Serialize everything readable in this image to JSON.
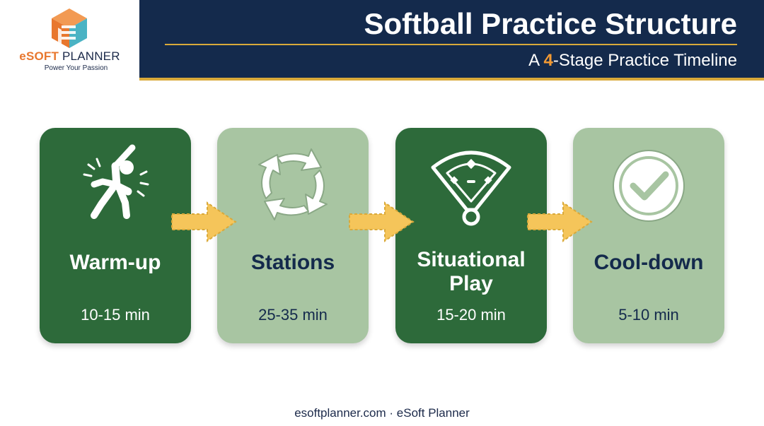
{
  "header": {
    "title": "Softball Practice Structure",
    "subtitle_pre": "A ",
    "subtitle_num": "4",
    "subtitle_post": "-Stage Practice Timeline"
  },
  "logo": {
    "e": "e",
    "soft": "SOFT",
    "planner": " PLANNER",
    "tagline": "Power Your Passion"
  },
  "stages": [
    {
      "name": "Warm-up",
      "time": "10-15 min",
      "icon": "stretching-person-icon",
      "style": "dark"
    },
    {
      "name": "Stations",
      "time": "25-35 min",
      "icon": "rotation-arrows-icon",
      "style": "light"
    },
    {
      "name": "Situational Play",
      "time": "15-20 min",
      "icon": "softball-field-icon",
      "style": "dark"
    },
    {
      "name": "Cool-down",
      "time": "5-10 min",
      "icon": "checkmark-circle-icon",
      "style": "light"
    }
  ],
  "colors": {
    "navy": "#142a4c",
    "gold": "#d9a93a",
    "dark_green": "#2d6a3a",
    "light_green": "#a8c5a2",
    "arrow": "#f5c55a",
    "orange": "#e8772e"
  },
  "footer": "esoftplanner.com · eSoft Planner"
}
